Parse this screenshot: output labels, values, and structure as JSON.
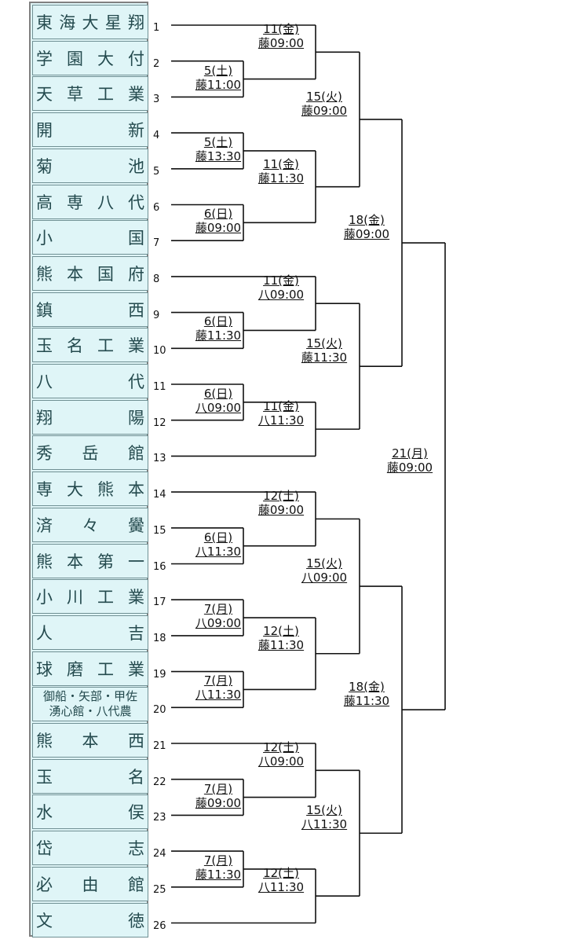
{
  "teams": [
    {
      "seed": "1",
      "name": "東海大星翔"
    },
    {
      "seed": "2",
      "name": "学園大付"
    },
    {
      "seed": "3",
      "name": "天草工業"
    },
    {
      "seed": "4",
      "name": "開新"
    },
    {
      "seed": "5",
      "name": "菊池"
    },
    {
      "seed": "6",
      "name": "高専八代"
    },
    {
      "seed": "7",
      "name": "小国"
    },
    {
      "seed": "8",
      "name": "熊本国府"
    },
    {
      "seed": "9",
      "name": "鎮西"
    },
    {
      "seed": "10",
      "name": "玉名工業"
    },
    {
      "seed": "11",
      "name": "八代"
    },
    {
      "seed": "12",
      "name": "翔陽"
    },
    {
      "seed": "13",
      "name": "秀岳館"
    },
    {
      "seed": "14",
      "name": "専大熊本"
    },
    {
      "seed": "15",
      "name": "済々黌"
    },
    {
      "seed": "16",
      "name": "熊本第一"
    },
    {
      "seed": "17",
      "name": "小川工業"
    },
    {
      "seed": "18",
      "name": "人吉"
    },
    {
      "seed": "19",
      "name": "球磨工業"
    },
    {
      "seed": "20",
      "name": "御船・矢部・甲佐 湧心館・八代農",
      "line1": "御船・矢部・甲佐",
      "line2": "湧心館・八代農"
    },
    {
      "seed": "21",
      "name": "熊本西"
    },
    {
      "seed": "22",
      "name": "玉名"
    },
    {
      "seed": "23",
      "name": "水俣"
    },
    {
      "seed": "24",
      "name": "岱志"
    },
    {
      "seed": "25",
      "name": "必由館"
    },
    {
      "seed": "26",
      "name": "文徳"
    }
  ],
  "games": [
    {
      "id": "r1-2-3",
      "date": "5(土)",
      "time": "藤11:00"
    },
    {
      "id": "r1-4-5",
      "date": "5(土)",
      "time": "藤13:30"
    },
    {
      "id": "r1-6-7",
      "date": "6(日)",
      "time": "藤09:00"
    },
    {
      "id": "r1-9-10",
      "date": "6(日)",
      "time": "藤11:30"
    },
    {
      "id": "r1-11-12",
      "date": "6(日)",
      "time": "八09:00"
    },
    {
      "id": "r1-15-16",
      "date": "6(日)",
      "time": "八11:30"
    },
    {
      "id": "r1-17-18",
      "date": "7(月)",
      "time": "八09:00"
    },
    {
      "id": "r1-19-20",
      "date": "7(月)",
      "time": "八11:30"
    },
    {
      "id": "r1-22-23",
      "date": "7(月)",
      "time": "藤09:00"
    },
    {
      "id": "r1-24-25",
      "date": "7(月)",
      "time": "藤11:30"
    },
    {
      "id": "r2-1",
      "date": "11(金)",
      "time": "藤09:00"
    },
    {
      "id": "r2-2",
      "date": "11(金)",
      "time": "藤11:30"
    },
    {
      "id": "r2-3",
      "date": "11(金)",
      "time": "八09:00"
    },
    {
      "id": "r2-4",
      "date": "11(金)",
      "time": "八11:30"
    },
    {
      "id": "r2-5",
      "date": "12(土)",
      "time": "藤09:00"
    },
    {
      "id": "r2-6",
      "date": "12(土)",
      "time": "藤11:30"
    },
    {
      "id": "r2-7",
      "date": "12(土)",
      "time": "八09:00"
    },
    {
      "id": "r2-8",
      "date": "12(土)",
      "time": "八11:30"
    },
    {
      "id": "r3-1",
      "date": "15(火)",
      "time": "藤09:00"
    },
    {
      "id": "r3-2",
      "date": "15(火)",
      "time": "藤11:30"
    },
    {
      "id": "r3-3",
      "date": "15(火)",
      "time": "八09:00"
    },
    {
      "id": "r3-4",
      "date": "15(火)",
      "time": "八11:30"
    },
    {
      "id": "sf-1",
      "date": "18(金)",
      "time": "藤09:00"
    },
    {
      "id": "sf-2",
      "date": "18(金)",
      "time": "藤11:30"
    },
    {
      "id": "final",
      "date": "21(月)",
      "time": "藤09:00"
    }
  ]
}
